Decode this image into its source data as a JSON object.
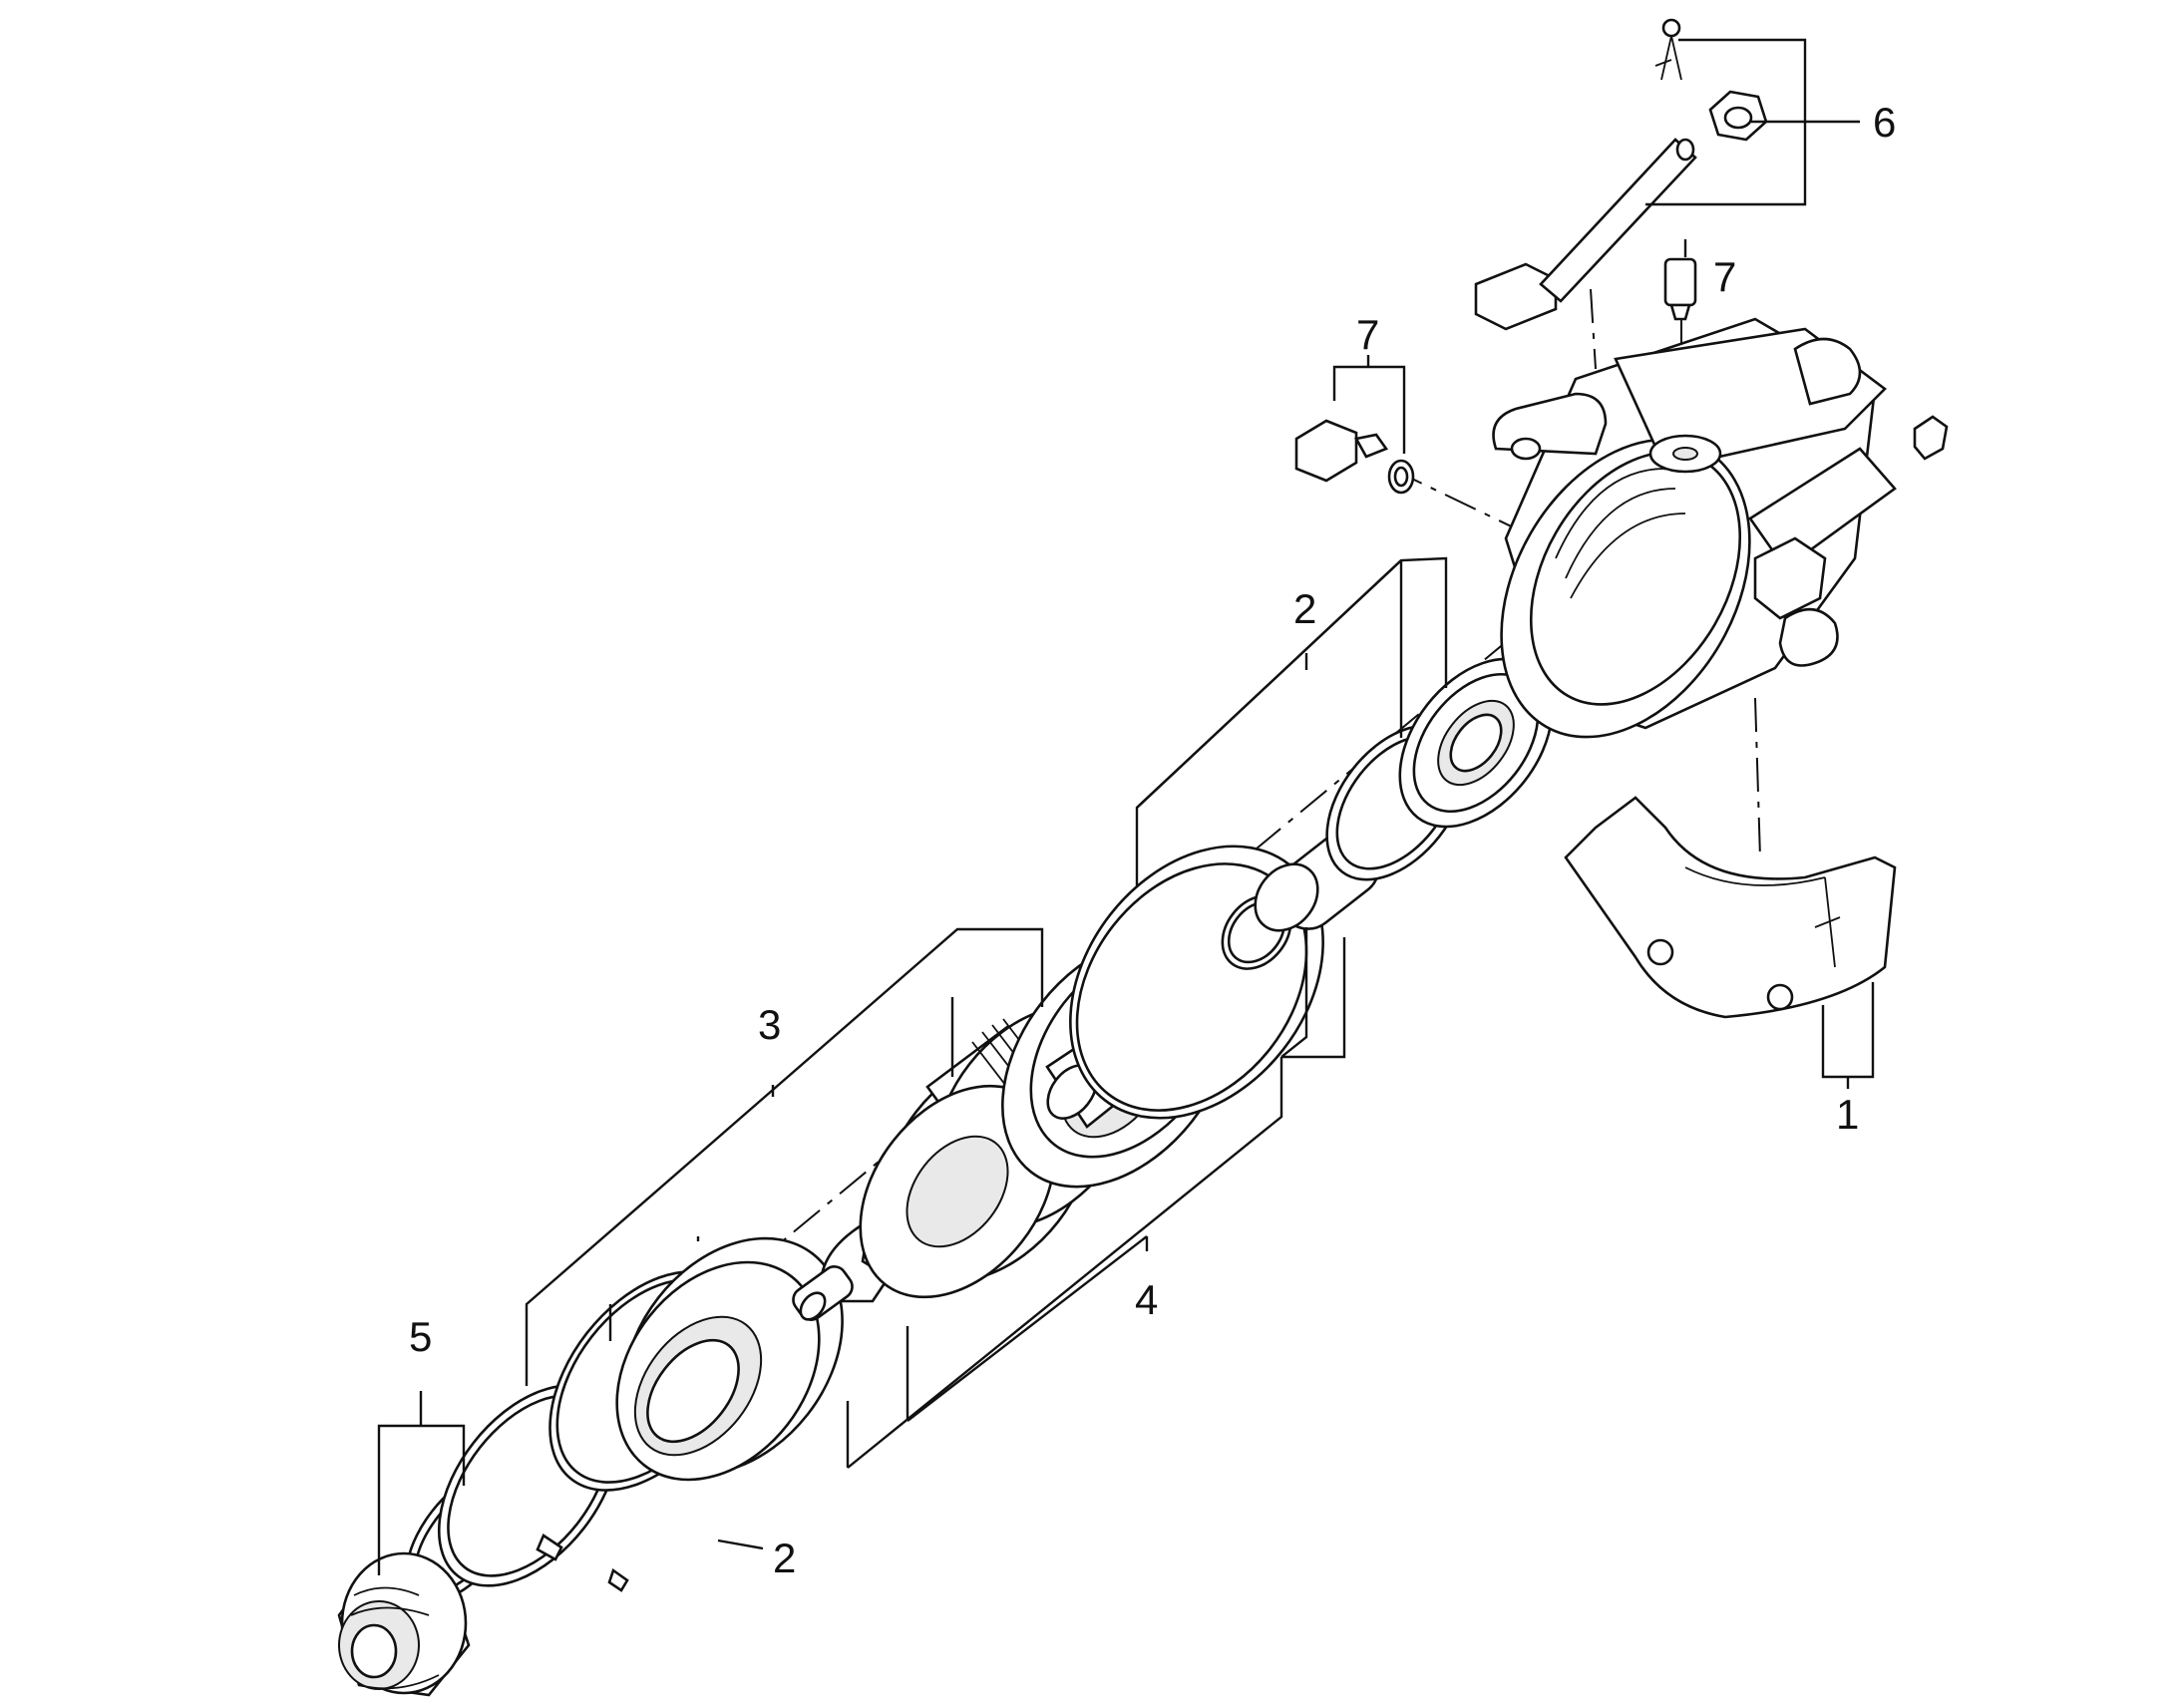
{
  "diagram": {
    "callouts": {
      "c1": "1",
      "c2a": "2",
      "c2b": "2",
      "c3": "3",
      "c4": "4",
      "c5": "5",
      "c6": "6",
      "c7a": "7",
      "c7b": "7"
    }
  }
}
